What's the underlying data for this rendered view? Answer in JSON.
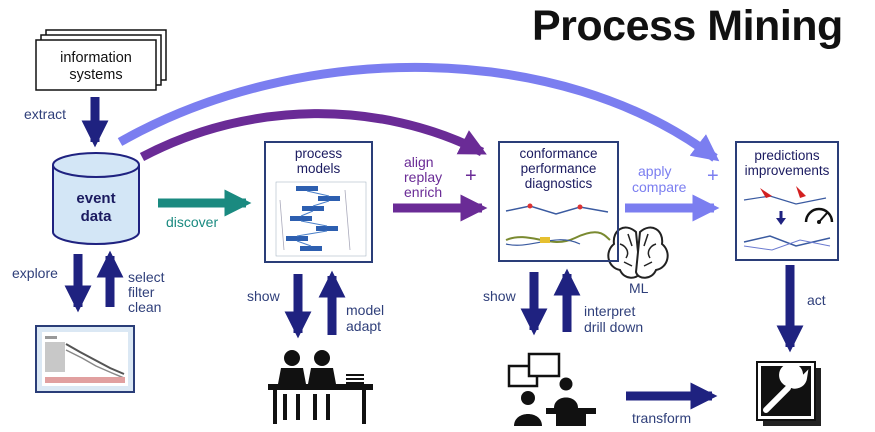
{
  "title": "Process Mining",
  "info_systems": {
    "line1": "information",
    "line2": "systems"
  },
  "event_data": {
    "line1": "event",
    "line2": "data"
  },
  "process_models": {
    "line1": "process",
    "line2": "models"
  },
  "conformance": {
    "line1": "conformance",
    "line2": "performance",
    "line3": "diagnostics"
  },
  "predictions": {
    "line1": "predictions",
    "line2": "improvements"
  },
  "labels": {
    "extract": "extract",
    "discover": "discover",
    "align": "align",
    "replay": "replay",
    "enrich": "enrich",
    "apply": "apply",
    "compare": "compare",
    "plus": "+",
    "explore": "explore",
    "select": "select",
    "filter": "filter",
    "clean": "clean",
    "show": "show",
    "model": "model",
    "adapt": "adapt",
    "interpret": "interpret",
    "drill_down": "drill down",
    "ml": "ML",
    "act": "act",
    "transform": "transform"
  },
  "colors": {
    "navy": "#1f2280",
    "purple": "#6a2b96",
    "lavender": "#7b7ef0",
    "teal": "#1a8a80",
    "panel_fill": "#d6e6f7",
    "cylinder_fill": "#d3e6f6"
  },
  "icons": [
    "people-at-desk-icon",
    "presentation-meeting-icon",
    "wrench-tool-icon",
    "brain-icon",
    "gauge-icon"
  ]
}
